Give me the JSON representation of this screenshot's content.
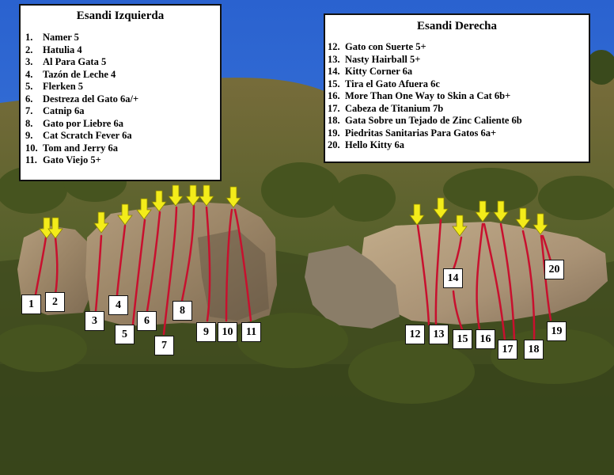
{
  "legend_left": {
    "title": "Esandi Izquierda",
    "routes": [
      {
        "num": "1.",
        "name": "Namer  5"
      },
      {
        "num": "2.",
        "name": "Hatulia  4"
      },
      {
        "num": "3.",
        "name": "Al Para Gata  5"
      },
      {
        "num": "4.",
        "name": "Tazón de Leche  4"
      },
      {
        "num": "5.",
        "name": "Flerken  5"
      },
      {
        "num": "6.",
        "name": "Destreza del Gato  6a/+"
      },
      {
        "num": "7.",
        "name": "Catnip 6a"
      },
      {
        "num": "8.",
        "name": "Gato por Liebre  6a"
      },
      {
        "num": "9.",
        "name": "Cat Scratch Fever 6a"
      },
      {
        "num": "10.",
        "name": "Tom and Jerry  6a"
      },
      {
        "num": "11.",
        "name": "Gato Viejo  5+"
      }
    ]
  },
  "legend_right": {
    "title": "Esandi Derecha",
    "routes": [
      {
        "num": "12.",
        "name": "Gato con Suerte  5+"
      },
      {
        "num": "13.",
        "name": "Nasty Hairball 5+"
      },
      {
        "num": "14.",
        "name": "Kitty Corner  6a"
      },
      {
        "num": "15.",
        "name": "Tira el Gato Afuera 6c"
      },
      {
        "num": "16.",
        "name": "More Than One Way to Skin a Cat  6b+"
      },
      {
        "num": "17.",
        "name": "Cabeza de Titanium 7b"
      },
      {
        "num": "18.",
        "name": "Gata Sobre un Tejado de Zinc Caliente  6b"
      },
      {
        "num": "19.",
        "name": "Piedritas Sanitarias Para Gatos  6a+"
      },
      {
        "num": "20.",
        "name": "Hello Kitty  6a"
      }
    ]
  },
  "route_tags": [
    "1",
    "2",
    "3",
    "4",
    "5",
    "6",
    "7",
    "8",
    "9",
    "10",
    "11",
    "12",
    "13",
    "14",
    "15",
    "16",
    "17",
    "18",
    "19",
    "20"
  ],
  "colors": {
    "sky": "#2f6fd8",
    "route_line": "#c8102e",
    "arrow": "#f3ec1a",
    "rock": "#a08a6c",
    "vegetation": "#4d5a22"
  }
}
